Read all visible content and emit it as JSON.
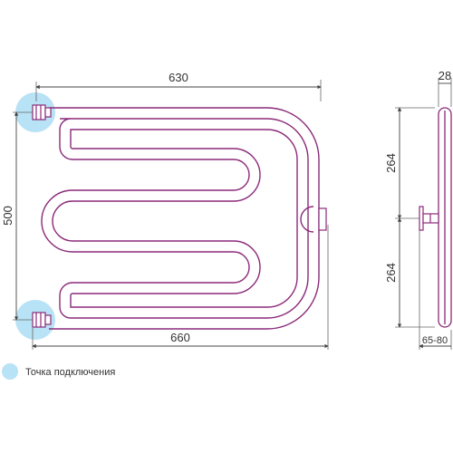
{
  "front_view": {
    "width_top": "630",
    "width_bottom": "660",
    "height": "500"
  },
  "side_view": {
    "depth": "28",
    "upper_half": "264",
    "lower_half": "264",
    "wall_distance": "65-80"
  },
  "legend": {
    "label": "Точка подключения"
  },
  "colors": {
    "pipe": "#8b2a7a",
    "connection": "#b8e2f5",
    "dimension": "#444444"
  }
}
